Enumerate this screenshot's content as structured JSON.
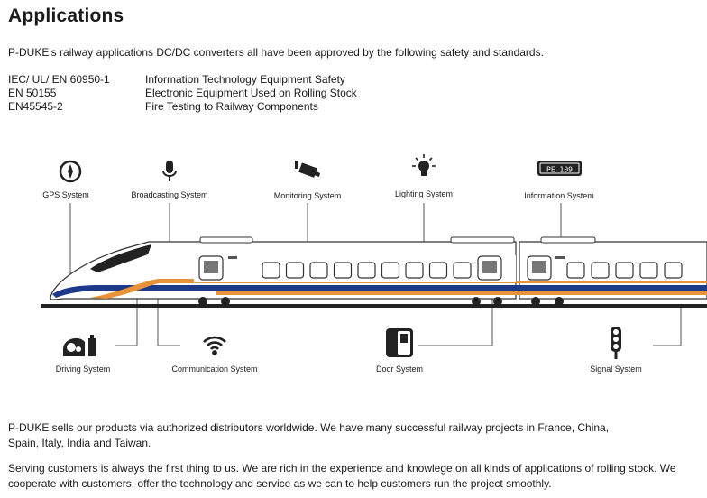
{
  "header": {
    "title": "Applications"
  },
  "intro": "P-DUKE's railway applications DC/DC converters all have been approved by the following safety and standards.",
  "standards": [
    {
      "code": "IEC/ UL/ EN 60950-1",
      "description": "Information Technology Equipment Safety"
    },
    {
      "code": "EN 50155",
      "description": "Electronic Equipment Used on Rolling Stock"
    },
    {
      "code": "EN45545-2",
      "description": "Fire Testing to Railway Components"
    }
  ],
  "diagram": {
    "top_systems": [
      {
        "label": "GPS System",
        "icon": "compass-icon"
      },
      {
        "label": "Broadcasting System",
        "icon": "microphone-icon"
      },
      {
        "label": "Monitoring System",
        "icon": "camera-icon"
      },
      {
        "label": "Lighting System",
        "icon": "lightbulb-icon"
      },
      {
        "label": "Information System",
        "icon": "display-icon"
      }
    ],
    "bottom_systems": [
      {
        "label": "Driving System",
        "icon": "dashboard-icon"
      },
      {
        "label": "Communication System",
        "icon": "wifi-icon"
      },
      {
        "label": "Door System",
        "icon": "door-icon"
      },
      {
        "label": "Signal System",
        "icon": "traffic-light-icon"
      }
    ],
    "display_text": "PE 109",
    "colors": {
      "stripe_blue": "#1d3a8a",
      "stripe_orange": "#e8923a"
    }
  },
  "paragraphs": [
    "P-DUKE sells our products via authorized distributors worldwide. We have many successful railway projects in France, China, Spain, Italy, India and Taiwan.",
    "Serving customers is always the first thing to us. We are rich in the experience and knowlege on all kinds of applications of rolling stock. We cooperate with customers, offer the technology and service as we can to help customers run the project smoothly."
  ]
}
